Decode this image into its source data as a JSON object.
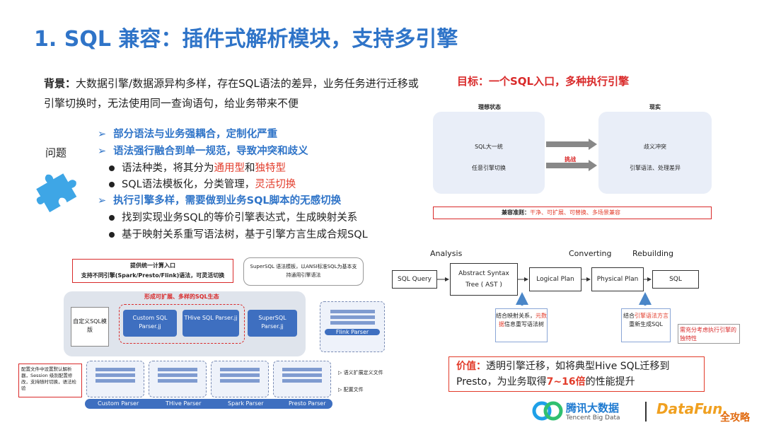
{
  "title": "1. SQL 兼容：插件式解析模块，支持多引擎",
  "background": {
    "label": "背景：",
    "text": "大数据引擎/数据源异构多样，存在SQL语法的差异，业务任务进行迁移或引擎切换时，无法使用同一查询语句，给业务带来不便"
  },
  "problem_label": "问题",
  "bullets": [
    {
      "level": 1,
      "text": "部分语法与业务强耦合，定制化严重"
    },
    {
      "level": 1,
      "text": "语法强行融合到单一规范，导致冲突和歧义"
    },
    {
      "level": 2,
      "pre": "语法种类，将其分为",
      "hl1": "通用型",
      "mid": "和",
      "hl2": "独特型"
    },
    {
      "level": 2,
      "pre": "SQL语法模板化，分类管理，",
      "hl1": "灵活切换"
    },
    {
      "level": 1,
      "text": "执行引擎多样，需要做到业务SQL脚本的无感切换"
    },
    {
      "level": 2,
      "pre": "找到实现业务SQL的等价引擎表达式，生成映射关系"
    },
    {
      "level": 2,
      "pre": "基于映射关系重写语法树，基于引擎方言生成合规SQL"
    }
  ],
  "goal": "目标：一个SQL入口，多种执行引擎",
  "goal_diagram": {
    "left_header": "理想状态",
    "right_header": "现实",
    "left_line1": "SQL大一统",
    "left_line2": "任意引擎切换",
    "right_line1": "歧义冲突",
    "right_line2": "引擎语法、处理差异",
    "challenge": "挑战",
    "compat_label": "兼容准则：",
    "compat_text": "干净、可扩展、可替换、多场景兼容"
  },
  "pipeline": {
    "stages": [
      "Analysis",
      "Converting",
      "Rebuilding"
    ],
    "boxes": [
      "SQL Query",
      "Abstract Syntax",
      "Tree ( AST )",
      "Logical Plan",
      "Physical Plan",
      "SQL"
    ],
    "note1_a": "结合映射关系，",
    "note1_b": "元数据",
    "note1_c": "信息重写语法树",
    "note2_a": "结合",
    "note2_b": "引擎语法方言",
    "note2_c": "重新生成SQL",
    "side_note": "需充分考虑执行引擎的独特性"
  },
  "value": {
    "label": "价值：",
    "text1": "透明引擎迁移，如将典型Hive SQL迁移到Presto，为业务取得",
    "highlight": "7~16倍",
    "text2": "的性能提升"
  },
  "arch": {
    "top_title": "提供统一计算入口",
    "top_sub": "支持不同引擎(Spark/Presto/Flink)语法，可灵活切换",
    "super_note": "SuperSQL 语法模板，以ANSI标准SQL为基本支持通用引擎语法",
    "eco": "形成可扩展、多样的SQL生态",
    "custom_template": "自定义SQL模版",
    "parsers": [
      "Custom SQL Parser.jj",
      "THive  SQL Parser.jj",
      "SuperSQL Parser.jj"
    ],
    "flink": "Flink Parser",
    "config_note": "配置文件中设置默认解析器，Session 级别配置修改，支持随时切换，语法检验",
    "legend1": "语义扩展定义文件",
    "legend2": "配置文件",
    "bottom": [
      "Custom Parser",
      "THive  Parser",
      "Spark Parser",
      "Presto Parser"
    ]
  },
  "logos": {
    "tencent": "腾讯大数据",
    "tencent_en": "Tencent Big Data",
    "datafun": "DataFun.",
    "corner": "全攻略"
  }
}
